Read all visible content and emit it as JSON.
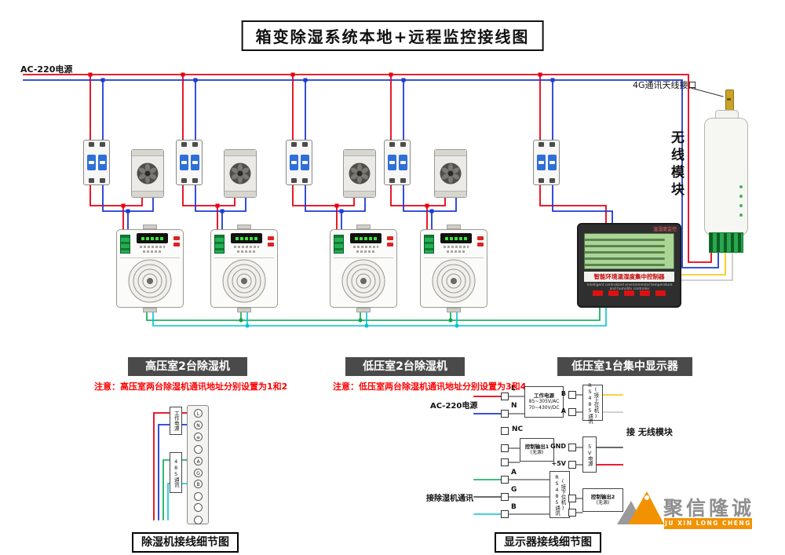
{
  "title": "箱变除湿系统本地+远程监控接线图",
  "bus": {
    "label": "AC-220电源"
  },
  "wireless": {
    "antenna_label": "4G通讯天线接口",
    "module_label": "无线模块"
  },
  "controller": {
    "brand": "温湿度监控",
    "name": "智能环境温湿度集中控制器",
    "name_en": "Intelligent centralized environmental temperature and humidity controller"
  },
  "sections": {
    "hv": {
      "label": "高压室2台除湿机",
      "note": "注意：高压室两台除湿机通讯地址分别设置为1和2"
    },
    "lv": {
      "label": "低压室2台除湿机",
      "note": "注意：低压室两台除湿机通讯地址分别设置为3和4"
    },
    "display": {
      "label": "低压室1台集中显示器"
    }
  },
  "detail_left": {
    "caption": "除湿机接线细节图",
    "group_labels": {
      "power": "工作电源",
      "comm": "485通讯"
    },
    "terminals": [
      "L",
      "N",
      "≡",
      "",
      "A",
      "G",
      "B",
      "",
      "",
      ""
    ]
  },
  "detail_right": {
    "caption": "显示器接线细节图",
    "ac_label": "AC-220电源",
    "comm_label": "接除湿机通讯",
    "module_link_label": "接 无线模块",
    "power_box": [
      "工作电源",
      "85~305V/AC",
      "70~430V/DC"
    ],
    "out1_box": [
      "控制输出1",
      "(无源)"
    ],
    "out2_box": [
      "控制输出2",
      "(无源)"
    ],
    "rs485_down_box": [
      "RS485通讯",
      "(接下位机)"
    ],
    "rs485_up_box": [
      "RS485通讯",
      "(接上位机)"
    ],
    "v5_box": "5V电源",
    "left_terminals": [
      "L",
      "N",
      "NC",
      "A",
      "G",
      "B"
    ],
    "right_terminals": [
      "B",
      "A",
      "GND",
      "+5V"
    ]
  },
  "logo": {
    "cn": "聚信隆诚",
    "en": "JU XIN LONG CHENG"
  },
  "colors": {
    "live_wire": "#e60012",
    "neutral_wire": "#1f3bd0",
    "rs485_a_wire": "#00a650",
    "rs485_b_wire": "#00c3d5",
    "signal_yellow": "#f5c400",
    "brand_orange": "#f39200"
  }
}
